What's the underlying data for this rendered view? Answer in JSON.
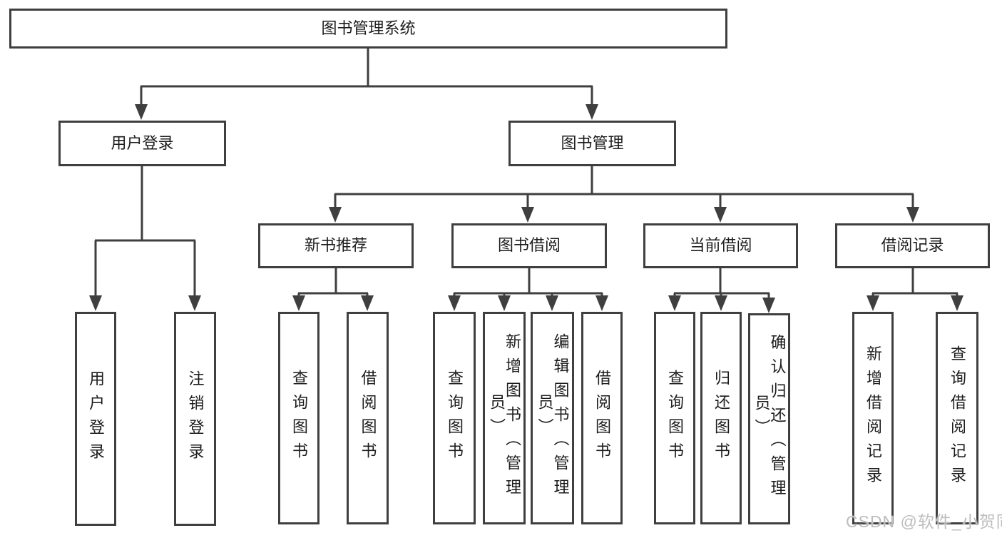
{
  "watermark": "CSDN @软件_小贺同学",
  "colors": {
    "line": "#3f3f3f",
    "box_border": "#3f3f3f",
    "watermark_text": "#bdbdbd"
  },
  "tree": {
    "label": "图书管理系统",
    "children": [
      {
        "label": "用户登录",
        "children": [
          {
            "label": "用户登录"
          },
          {
            "label": "注销登录"
          }
        ]
      },
      {
        "label": "图书管理",
        "children": [
          {
            "label": "新书推荐",
            "children": [
              {
                "label": "查询图书"
              },
              {
                "label": "借阅图书"
              }
            ]
          },
          {
            "label": "图书借阅",
            "children": [
              {
                "label": "查询图书"
              },
              {
                "label": "新增图书（管理员）"
              },
              {
                "label": "编辑图书（管理员）"
              },
              {
                "label": "借阅图书"
              }
            ]
          },
          {
            "label": "当前借阅",
            "children": [
              {
                "label": "查询图书"
              },
              {
                "label": "归还图书"
              },
              {
                "label": "确认归还（管理员）"
              }
            ]
          },
          {
            "label": "借阅记录",
            "children": [
              {
                "label": "新增借阅记录"
              },
              {
                "label": "查询借阅记录"
              }
            ]
          }
        ]
      }
    ]
  }
}
